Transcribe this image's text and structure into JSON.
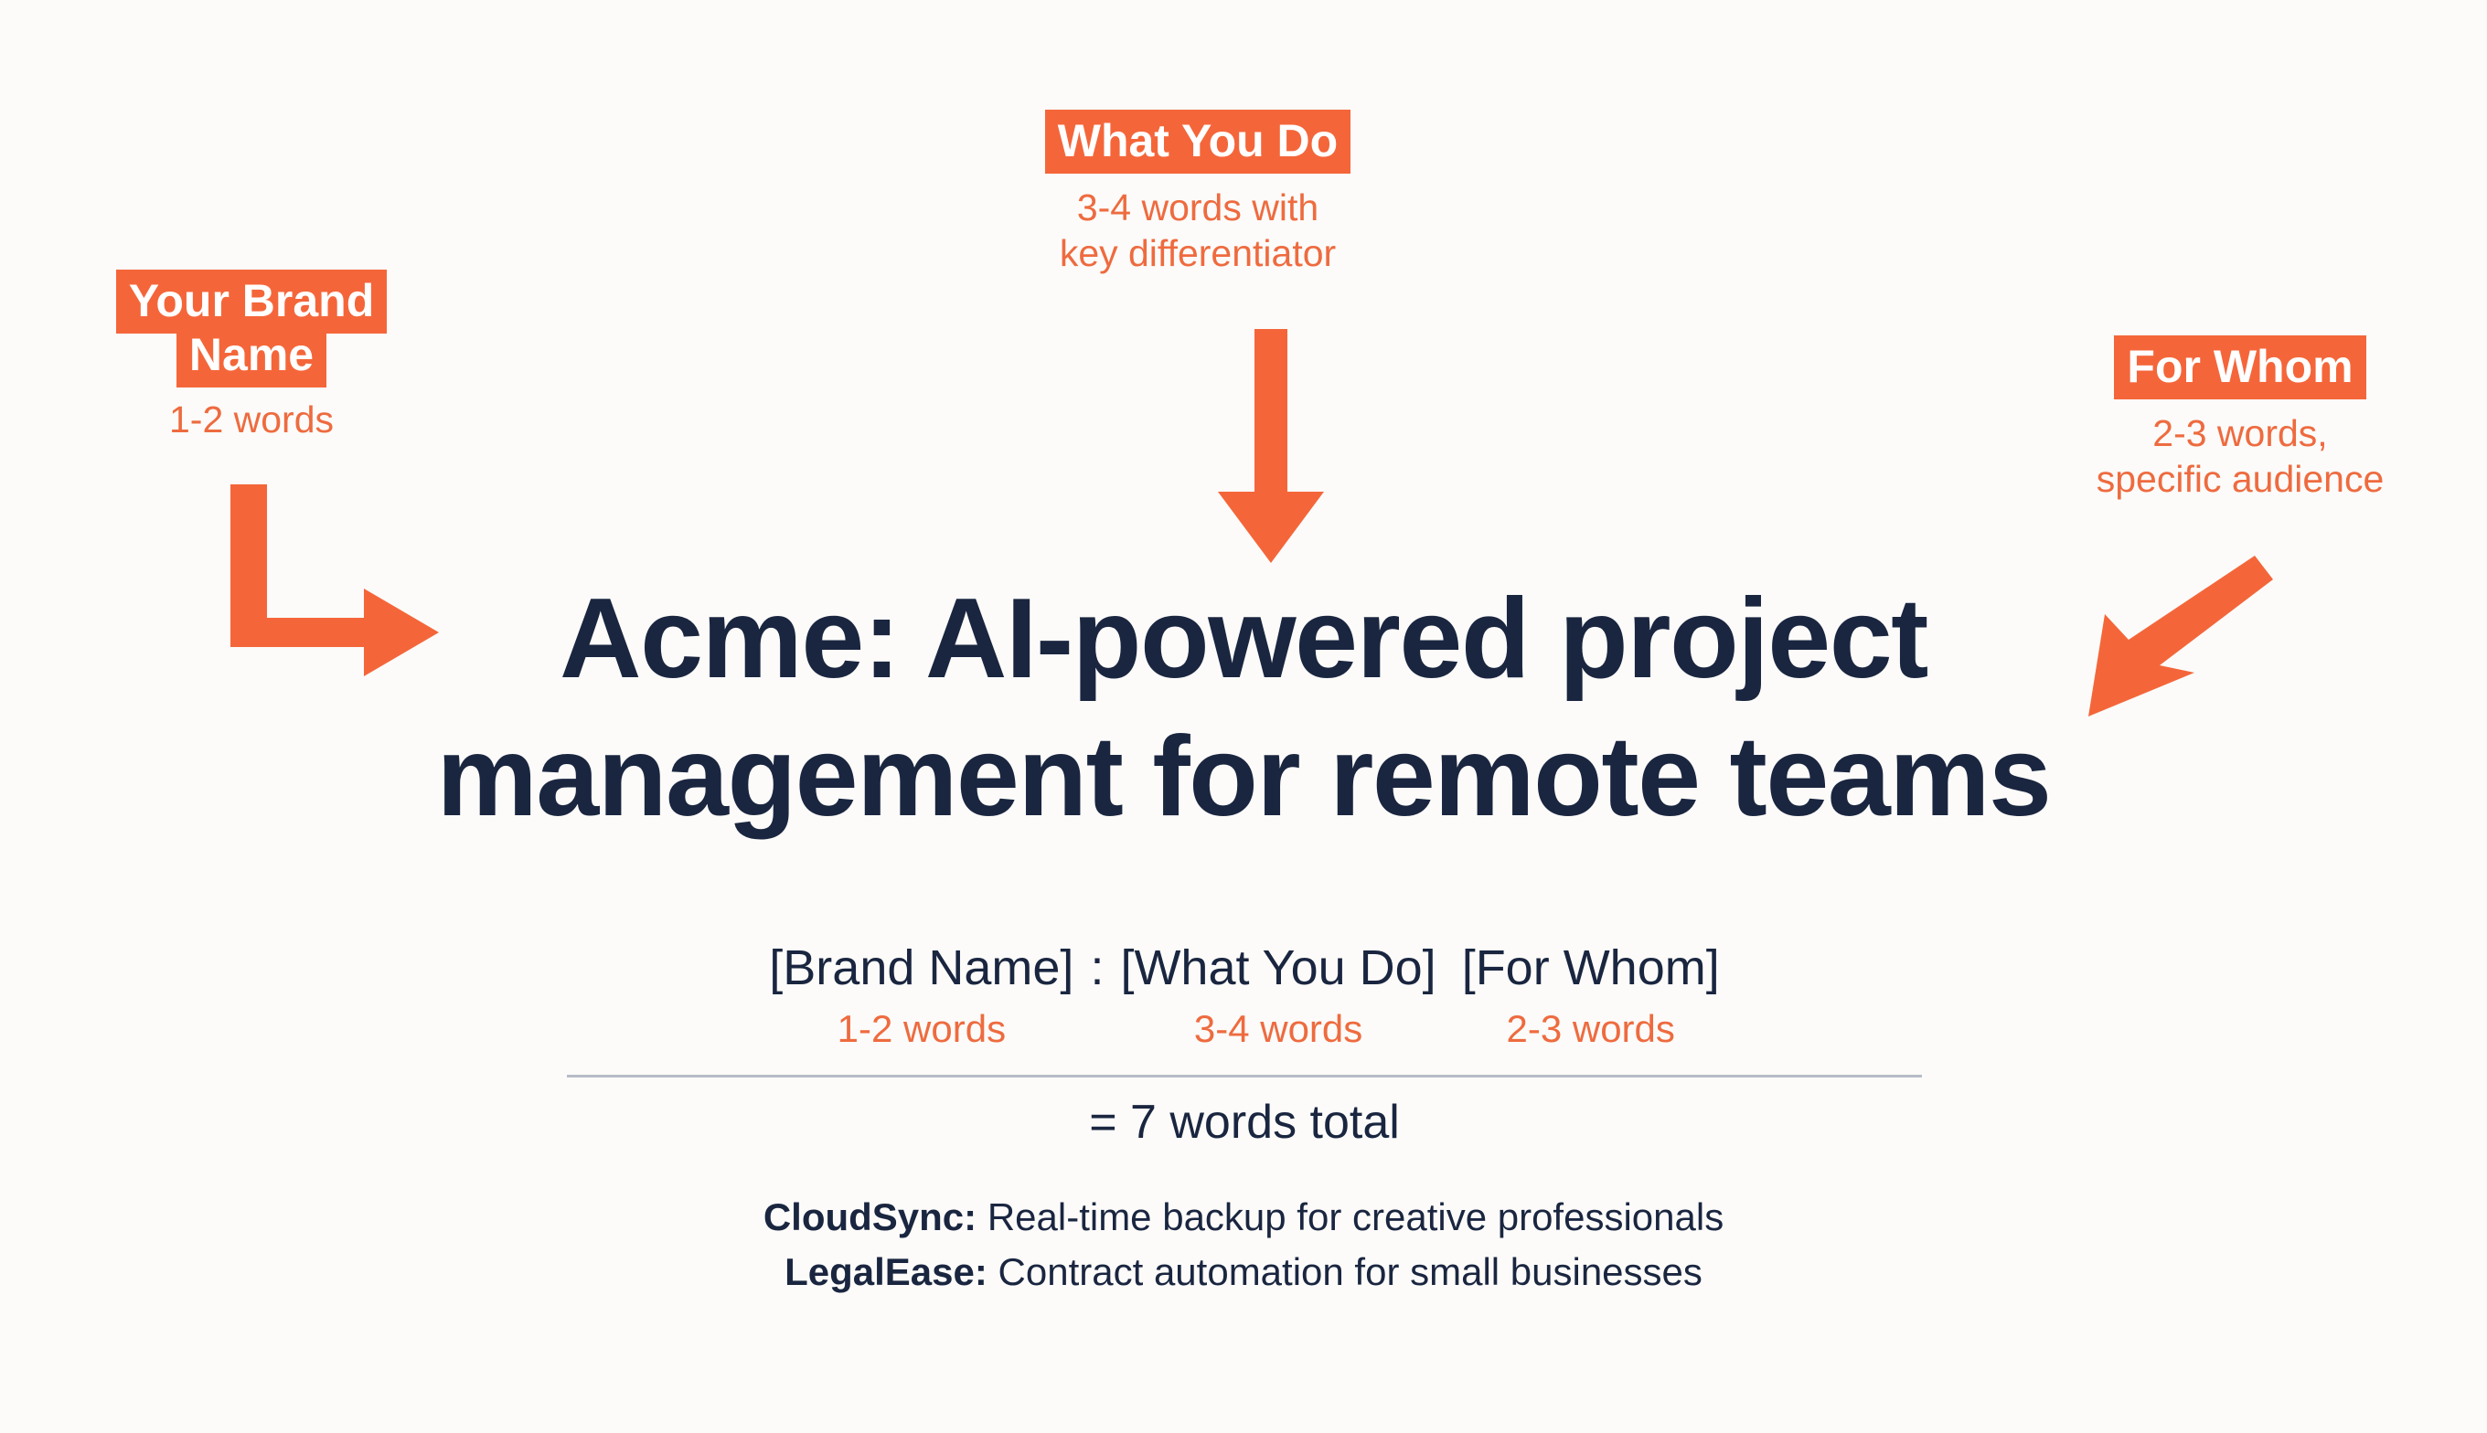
{
  "colors": {
    "background": "#fcfbf9",
    "accent_orange": "#f4663a",
    "caption_orange": "#ee6b3f",
    "navy": "#1a2640",
    "divider": "#b6bcc8",
    "chip_text": "#ffffff"
  },
  "callouts": [
    {
      "id": "brand-name",
      "chip_label": "Your Brand Name",
      "caption": "1-2 words"
    },
    {
      "id": "what-you-do",
      "chip_label": "What You Do",
      "caption_line1": "3-4 words with",
      "caption_line2": "key differentiator"
    },
    {
      "id": "for-whom",
      "chip_label": "For Whom",
      "caption_line1": "2-3 words,",
      "caption_line2": "specific audience"
    }
  ],
  "arrows": [
    {
      "id": "elbow-arrow-to-headline",
      "direction": "down-then-right"
    },
    {
      "id": "down-arrow-to-headline",
      "direction": "down"
    },
    {
      "id": "diagonal-arrow-to-headline",
      "direction": "down-left"
    }
  ],
  "headline": {
    "line1": "Acme: AI-powered project",
    "line2": "management for remote teams"
  },
  "formula": {
    "parts": [
      {
        "token": "[Brand Name]",
        "count": "1-2 words"
      },
      {
        "token": "[What You Do]",
        "count": "3-4 words"
      },
      {
        "token": "[For Whom]",
        "count": "2-3 words"
      }
    ],
    "separator": ":",
    "total": "= 7 words total"
  },
  "examples": [
    {
      "name": "CloudSync:",
      "text": " Real-time backup for creative professionals"
    },
    {
      "name": "LegalEase:",
      "text": " Contract automation for small businesses"
    }
  ]
}
